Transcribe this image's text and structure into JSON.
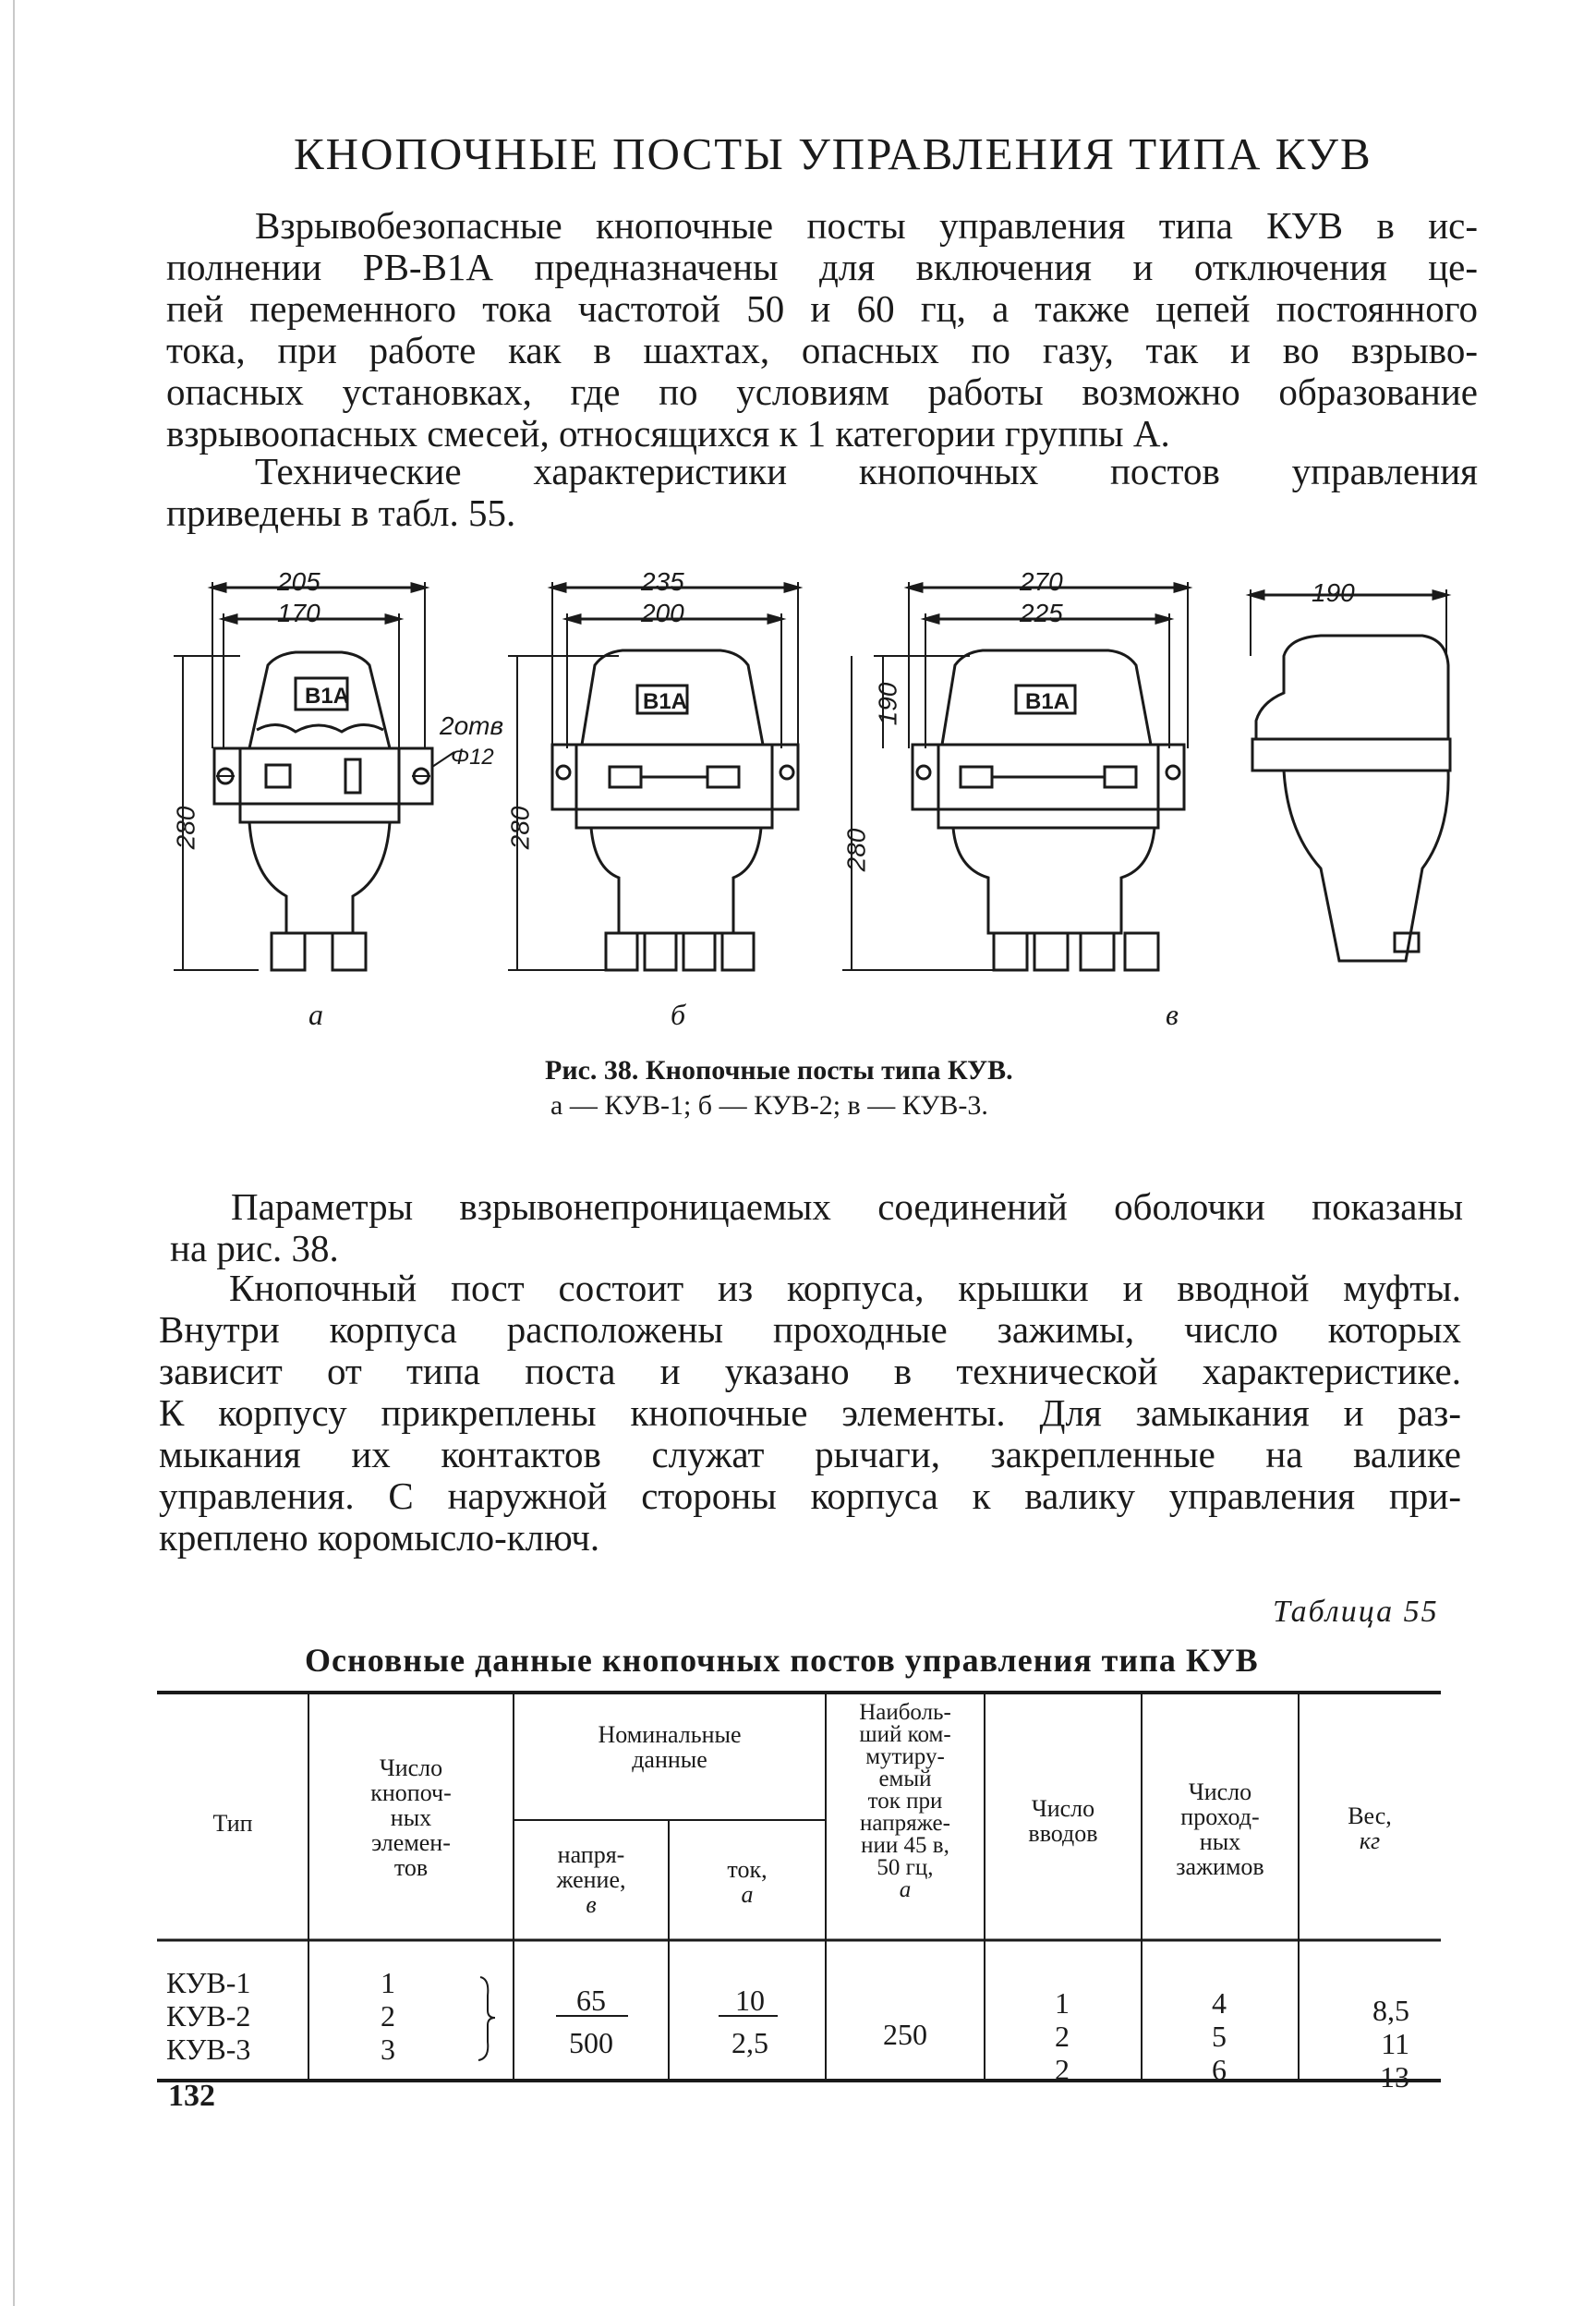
{
  "heading": "КНОПОЧНЫЕ ПОСТЫ УПРАВЛЕНИЯ ТИПА КУВ",
  "para1": [
    "Взрывобезопасные кнопочные посты управления типа КУВ в ис-",
    "полнении РВ-В1А предназначены для включения и отключения це-",
    "пей переменного тока частотой 50 и 60 гц, а также цепей постоянного",
    "тока, при работе как в шахтах, опасных по газу, так и во взрыво-",
    "опасных установках, где по условиям работы возможно образование",
    "взрывоопасных смесей, относящихся к 1 категории группы А."
  ],
  "para2": [
    "Технические характеристики кнопочных постов управления",
    "приведены в табл. 55."
  ],
  "figure": {
    "dims_a": {
      "w1": "205",
      "w2": "170",
      "h": "280",
      "hole": "2отв",
      "dia": "Φ12",
      "badge": "B1A"
    },
    "dims_b": {
      "w1": "235",
      "w2": "200",
      "h": "280",
      "badge": "B1A"
    },
    "dims_v": {
      "w1": "270",
      "w2": "225",
      "h1": "190",
      "h2": "280",
      "badge": "B1A"
    },
    "dims_g": {
      "w1": "190"
    },
    "labels": [
      "а",
      "б",
      "в"
    ],
    "caption_title": "Рис. 38. Кнопочные посты типа КУВ.",
    "caption_sub": "а — КУВ-1; б — КУВ-2; в — КУВ-3."
  },
  "para3": [
    "Параметры взрывонепроницаемых соединений оболочки показаны",
    "на рис. 38."
  ],
  "para4": [
    "Кнопочный пост состоит из корпуса, крышки и вводной муфты.",
    "Внутри корпуса расположены проходные зажимы, число которых",
    "зависит от типа поста и указано в технической характеристике.",
    "К корпусу прикреплены кнопочные элементы. Для замыкания и раз-",
    "мыкания их контактов служат рычаги, закрепленные на валике",
    "управления. С наружной стороны корпуса к валику управления при-",
    "креплено коромысло-ключ."
  ],
  "table": {
    "number": "Таблица 55",
    "title": "Основные данные кнопочных постов управления типа КУВ",
    "headers": {
      "type": "Тип",
      "elements": [
        "Число",
        "кнопоч-",
        "ных",
        "элемен-",
        "тов"
      ],
      "nominal": [
        "Номинальные",
        "данные"
      ],
      "voltage": [
        "напря-",
        "жение,",
        "в"
      ],
      "current": [
        "ток,",
        "а"
      ],
      "max_current": [
        "Наиболь-",
        "ший ком-",
        "мутиру-",
        "емый",
        "ток при",
        "напряже-",
        "нии 45 в,",
        "50 гц,",
        "а"
      ],
      "inputs": [
        "Число",
        "вводов"
      ],
      "clamps": [
        "Число",
        "проход-",
        "ных",
        "зажимов"
      ],
      "weight": [
        "Вес,",
        "кг"
      ]
    },
    "rows": {
      "types": [
        "КУВ-1",
        "КУВ-2",
        "КУВ-3"
      ],
      "elements": [
        "1",
        "2",
        "3"
      ],
      "voltage": [
        "65",
        "500"
      ],
      "current": [
        "10",
        "2,5"
      ],
      "max_current": "250",
      "inputs": [
        "1",
        "2",
        "2"
      ],
      "clamps": [
        "4",
        "5",
        "6"
      ],
      "weight": [
        "8,5",
        "11",
        "13"
      ]
    }
  },
  "page_number": "132"
}
